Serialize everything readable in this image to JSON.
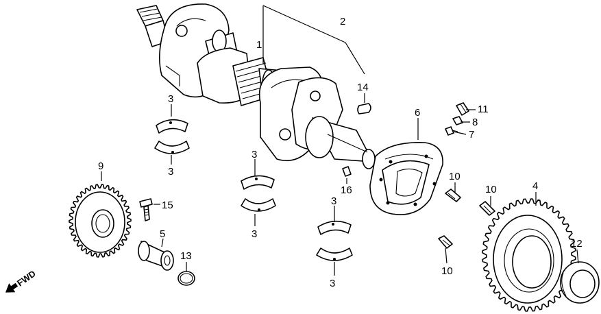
{
  "diagram": {
    "fwd_label": "FWD",
    "callouts": {
      "p1": "1",
      "p2": "2",
      "p3a": "3",
      "p3b": "3",
      "p3c": "3",
      "p3d": "3",
      "p3e": "3",
      "p3f": "3",
      "p4": "4",
      "p5": "5",
      "p6": "6",
      "p7": "7",
      "p8": "8",
      "p9": "9",
      "p10a": "10",
      "p10b": "10",
      "p10c": "10",
      "p11": "11",
      "p12": "12",
      "p13": "13",
      "p14": "14",
      "p15": "15",
      "p16": "16"
    }
  }
}
